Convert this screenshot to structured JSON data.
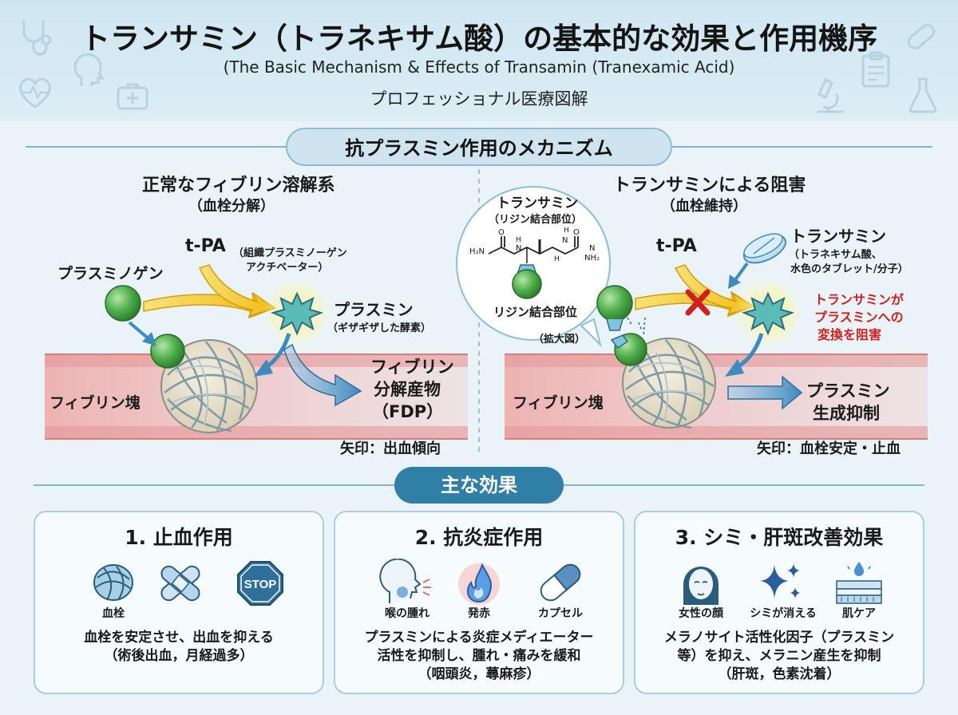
{
  "header": {
    "title": "トランサミン（トラネキサム酸）の基本的な効果と作用機序",
    "subtitle": "(The Basic Mechanism & Effects of Transamin (Tranexamic Acid)",
    "subtitle2": "プロフェッショナル医療図解"
  },
  "mechanism": {
    "section_label": "抗プラスミン作用のメカニズム",
    "normal": {
      "title": "正常なフィブリン溶解系",
      "subtitle": "（血栓分解）",
      "plasminogen": "プラスミノゲン",
      "tpa": "t-PA",
      "tpa_desc1": "（組織プラスミノーゲン",
      "tpa_desc2": "アクチベーター）",
      "plasmin": "プラスミン",
      "plasmin_desc": "（ギザギザした酵素）",
      "fdp1": "フィブリン",
      "fdp2": "分解産物",
      "fdp3": "（FDP）",
      "clot": "フィブリン塊",
      "arrow_note": "矢印：出血傾向"
    },
    "inhibited": {
      "title": "トランサミンによる阻害",
      "subtitle": "（血栓維持）",
      "zoom_title": "トランサミン",
      "zoom_sub": "（リジン結合部位）",
      "zoom_site": "リジン結合部位",
      "zoom_label": "（拡大図）",
      "tpa": "t-PA",
      "transamin": "トランサミン",
      "transamin_desc1": "（トラネキサム酸、",
      "transamin_desc2": "水色のタブレット/分子）",
      "warn1": "トランサミンが",
      "warn2": "プラスミンへの",
      "warn3": "変換を阻害",
      "result1": "プラスミン",
      "result2": "生成抑制",
      "clot": "フィブリン塊",
      "arrow_note": "矢印：血栓安定・止血",
      "chem_nh2": "H₂N",
      "chem_o1": "O",
      "chem_o2": "O",
      "chem_h1": "H",
      "chem_n1": "N",
      "chem_h2": "H",
      "chem_n2": "N",
      "chem_h3": "H",
      "chem_n3": "N",
      "chem_nh2b": "NH₂"
    }
  },
  "effects": {
    "section_label": "主な効果",
    "cards": [
      {
        "title": "1. 止血作用",
        "icons": [
          "血栓",
          "",
          ""
        ],
        "stop": "STOP",
        "desc": [
          "血栓を安定させ、出血を抑える",
          "（術後出血，月経過多）"
        ]
      },
      {
        "title": "2. 抗炎症作用",
        "icons": [
          "喉の腫れ",
          "発赤",
          "カプセル"
        ],
        "desc": [
          "プラスミンによる炎症メディエーター",
          "活性を抑制し、腫れ・痛みを緩和",
          "（咽頭炎，蕁麻疹）"
        ]
      },
      {
        "title": "3. シミ・肝斑改善効果",
        "icons": [
          "女性の顔",
          "シミが消える",
          "肌ケア"
        ],
        "desc": [
          "メラノサイト活性化因子（プラスミン",
          "等）を抑え、メラニン産生を抑制",
          "（肝斑，色素沈着）"
        ]
      }
    ]
  },
  "colors": {
    "accent": "#2f7fa6",
    "warn": "#d11f1f",
    "arrow_yellow": "#f3c21a",
    "arrow_blue": "#3d8bbf",
    "vessel": "#e9a9a9"
  },
  "icons": [
    "stethoscope-icon",
    "heart-icon",
    "head-icon",
    "first-aid-icon",
    "pill-icon",
    "clipboard-icon",
    "microscope-icon",
    "flask-icon"
  ]
}
